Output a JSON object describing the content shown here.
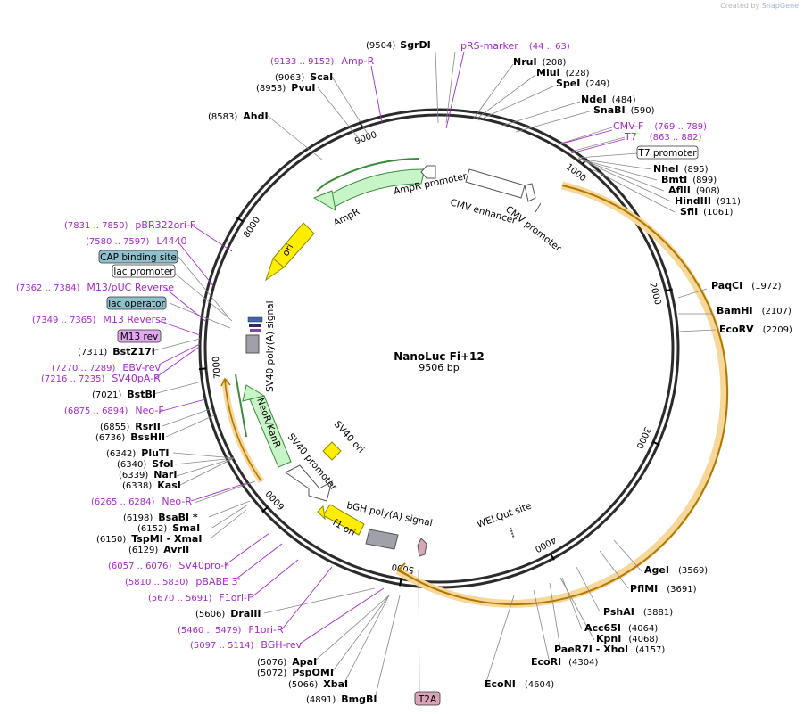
{
  "credit": {
    "prefix": "Created by",
    "brand": "SnapGene"
  },
  "plasmid": {
    "name": "NanoLuc Fi+12",
    "size_label": "9506 bp",
    "length": 9506
  },
  "ticks": [
    {
      "bp": 1000,
      "label": "1000"
    },
    {
      "bp": 2000,
      "label": "2000"
    },
    {
      "bp": 3000,
      "label": "3000"
    },
    {
      "bp": 4000,
      "label": "4000"
    },
    {
      "bp": 5000,
      "label": "5000"
    },
    {
      "bp": 6000,
      "label": "6000"
    },
    {
      "bp": 7000,
      "label": "7000"
    },
    {
      "bp": 8000,
      "label": "8000"
    },
    {
      "bp": 9000,
      "label": "9000"
    }
  ],
  "sites": [
    {
      "name": "SgrDI",
      "pos": "(9504)",
      "bp": 9504
    },
    {
      "name": "NruI",
      "pos": "(208)",
      "bp": 208
    },
    {
      "name": "MluI",
      "pos": "(228)",
      "bp": 228
    },
    {
      "name": "SpeI",
      "pos": "(249)",
      "bp": 249
    },
    {
      "name": "NdeI",
      "pos": "(484)",
      "bp": 484
    },
    {
      "name": "SnaBI",
      "pos": "(590)",
      "bp": 590
    },
    {
      "name": "NheI",
      "pos": "(895)",
      "bp": 895
    },
    {
      "name": "BmtI",
      "pos": "(899)",
      "bp": 899
    },
    {
      "name": "AflII",
      "pos": "(908)",
      "bp": 908
    },
    {
      "name": "HindIII",
      "pos": "(911)",
      "bp": 911
    },
    {
      "name": "SfiI",
      "pos": "(1061)",
      "bp": 1061
    },
    {
      "name": "PaqCI",
      "pos": "(1972)",
      "bp": 1972
    },
    {
      "name": "BamHI",
      "pos": "(2107)",
      "bp": 2107
    },
    {
      "name": "EcoRV",
      "pos": "(2209)",
      "bp": 2209
    },
    {
      "name": "AgeI",
      "pos": "(3569)",
      "bp": 3569
    },
    {
      "name": "PflMI",
      "pos": "(3691)",
      "bp": 3691
    },
    {
      "name": "PshAI",
      "pos": "(3881)",
      "bp": 3881
    },
    {
      "name": "Acc65I",
      "pos": "(4064)",
      "bp": 4064
    },
    {
      "name": "KpnI",
      "pos": "(4068)",
      "bp": 4068
    },
    {
      "name": "PaeR7I - XhoI",
      "pos": "(4157)",
      "bp": 4157
    },
    {
      "name": "EcoRI",
      "pos": "(4304)",
      "bp": 4304
    },
    {
      "name": "EcoNI",
      "pos": "(4604)",
      "bp": 4604
    },
    {
      "name": "BmgBI",
      "pos": "(4891)",
      "bp": 4891
    },
    {
      "name": "XbaI",
      "pos": "(5066)",
      "bp": 5066
    },
    {
      "name": "PspOMI",
      "pos": "(5072)",
      "bp": 5072
    },
    {
      "name": "ApaI",
      "pos": "(5076)",
      "bp": 5076
    },
    {
      "name": "DraIII",
      "pos": "(5606)",
      "bp": 5606
    },
    {
      "name": "AvrII",
      "pos": "(6129)",
      "bp": 6129
    },
    {
      "name": "TspMI - XmaI",
      "pos": "(6150)",
      "bp": 6150
    },
    {
      "name": "SmaI",
      "pos": "(6152)",
      "bp": 6152
    },
    {
      "name": "BsaBI *",
      "pos": "(6198)",
      "bp": 6198
    },
    {
      "name": "KasI",
      "pos": "(6338)",
      "bp": 6338
    },
    {
      "name": "NarI",
      "pos": "(6339)",
      "bp": 6339
    },
    {
      "name": "SfoI",
      "pos": "(6340)",
      "bp": 6340
    },
    {
      "name": "PluTI",
      "pos": "(6342)",
      "bp": 6342
    },
    {
      "name": "BssHII",
      "pos": "(6736)",
      "bp": 6736
    },
    {
      "name": "RsrII",
      "pos": "(6855)",
      "bp": 6855
    },
    {
      "name": "BstBI",
      "pos": "(7021)",
      "bp": 7021
    },
    {
      "name": "BstZ17I",
      "pos": "(7311)",
      "bp": 7311
    },
    {
      "name": "PvuI",
      "pos": "(8953)",
      "bp": 8953
    },
    {
      "name": "ScaI",
      "pos": "(9063)",
      "bp": 9063
    },
    {
      "name": "AhdI",
      "pos": "(8583)",
      "bp": 8583
    }
  ],
  "primers": [
    {
      "name": "pRS-marker",
      "pos": "(44 .. 63)",
      "bp": 53
    },
    {
      "name": "Amp-R",
      "pos": "(9133 .. 9152)",
      "bp": 9142
    },
    {
      "name": "CMV-F",
      "pos": "(769 .. 789)",
      "bp": 779
    },
    {
      "name": "T7",
      "pos": "(863 .. 882)",
      "bp": 872
    },
    {
      "name": "pBR322ori-F",
      "pos": "(7831 .. 7850)",
      "bp": 7840
    },
    {
      "name": "L4440",
      "pos": "(7580 .. 7597)",
      "bp": 7588
    },
    {
      "name": "M13/pUC Reverse",
      "pos": "(7362 .. 7384)",
      "bp": 7373
    },
    {
      "name": "M13 Reverse",
      "pos": "(7349 .. 7365)",
      "bp": 7357
    },
    {
      "name": "EBV-rev",
      "pos": "(7270 .. 7289)",
      "bp": 7280
    },
    {
      "name": "SV40pA-R",
      "pos": "(7216 .. 7235)",
      "bp": 7225
    },
    {
      "name": "Neo-F",
      "pos": "(6875 .. 6894)",
      "bp": 6884
    },
    {
      "name": "Neo-R",
      "pos": "(6265 .. 6284)",
      "bp": 6274
    },
    {
      "name": "SV40pro-F",
      "pos": "(6057 .. 6076)",
      "bp": 6066
    },
    {
      "name": "pBABE 3'",
      "pos": "(5810 .. 5830)",
      "bp": 5820
    },
    {
      "name": "F1ori-F",
      "pos": "(5670 .. 5691)",
      "bp": 5680
    },
    {
      "name": "F1ori-R",
      "pos": "(5460 .. 5479)",
      "bp": 5470
    },
    {
      "name": "BGH-rev",
      "pos": "(5097 .. 5114)",
      "bp": 5105
    }
  ],
  "boxed_labels": {
    "t7_promoter": "T7 promoter",
    "cap_site": "CAP binding site",
    "lac_promoter": "lac promoter",
    "lac_operator": "lac operator",
    "m13_rev": "M13 rev",
    "t2a": "T2A"
  },
  "features": {
    "ampr_promoter": "AmpR promoter",
    "ampr": "AmpR",
    "cmv_enhancer": "CMV enhancer",
    "cmv_promoter": "CMV promoter",
    "ori": "ori",
    "sv40_polya": "SV40 poly(A) signal",
    "neor": "NeoR/KanR",
    "sv40_promoter": "SV40 promoter",
    "sv40_ori": "SV40 ori",
    "bgh_polya": "bGH poly(A) signal",
    "f1_ori": "f1 ori",
    "welqut": "WELQut site"
  },
  "colors": {
    "backbone": "#2b2b2b",
    "primer": "#a52ac8",
    "orf": "#f5a623",
    "amp_fill": "#c8f5c8",
    "yellow": "#ffee00",
    "lac_box": "#8fc0cc",
    "m13_box": "#e0a8ee",
    "t2a_box": "#d9a4b8"
  }
}
